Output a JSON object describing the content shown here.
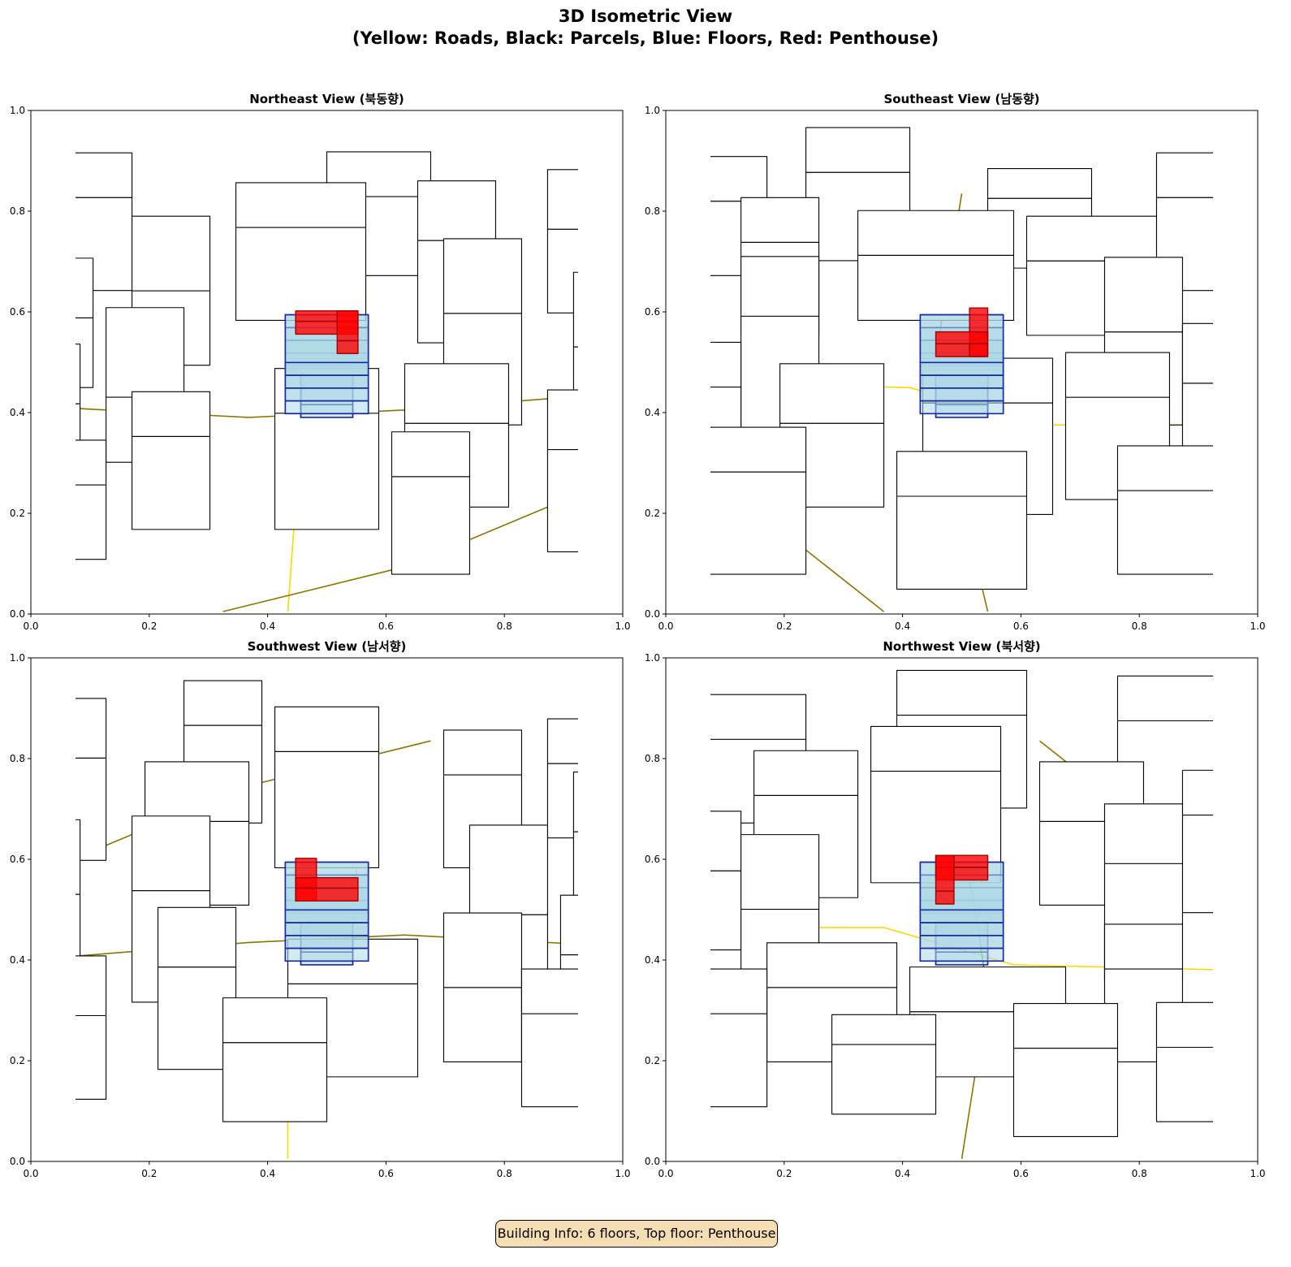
{
  "figure": {
    "title_line1": "3D Isometric View",
    "title_line2": "(Yellow: Roads, Black: Parcels, Blue: Floors, Red: Penthouse)",
    "footer": "Building Info: 6 floors, Top floor: Penthouse"
  },
  "colors": {
    "road": "#ffd700",
    "road_dark": "#8b7500",
    "parcel": "#000000",
    "floor_fill": "#add8e6",
    "floor_edge": "#1a2aa0",
    "penthouse": "#ff0000"
  },
  "chart_data": {
    "type": "3d-isometric",
    "building": {
      "floors": 6,
      "top_floor": "Penthouse"
    },
    "panels": [
      {
        "title": "Northeast View (북동향)",
        "view_angle_deg": 45
      },
      {
        "title": "Southeast View (남동향)",
        "view_angle_deg": 135
      },
      {
        "title": "Southwest View (남서향)",
        "view_angle_deg": 225
      },
      {
        "title": "Northwest View (북서향)",
        "view_angle_deg": 315
      }
    ],
    "xlim": [
      0,
      1
    ],
    "ylim": [
      0,
      1
    ],
    "xticks": [
      "0.0",
      "0.2",
      "0.4",
      "0.6",
      "0.8",
      "1.0"
    ],
    "yticks": [
      "0.0",
      "0.2",
      "0.4",
      "0.6",
      "0.8",
      "1.0"
    ]
  }
}
